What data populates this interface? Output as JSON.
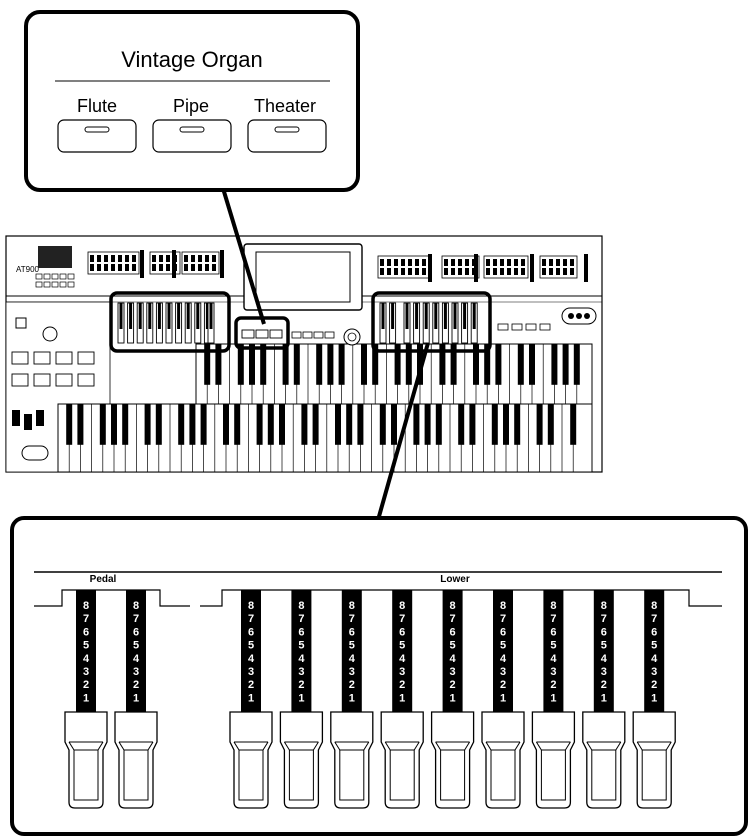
{
  "top_callout": {
    "title": "Vintage Organ",
    "buttons": [
      {
        "label": "Flute"
      },
      {
        "label": "Pipe"
      },
      {
        "label": "Theater"
      }
    ]
  },
  "bottom_callout": {
    "pedal_label": "Pedal",
    "lower_label": "Lower",
    "scale_numbers": [
      "8",
      "7",
      "6",
      "5",
      "4",
      "3",
      "2",
      "1"
    ],
    "pedal_bar_count": 2,
    "lower_bar_count": 9
  },
  "organ_panel": {
    "model_label": "AT900"
  }
}
